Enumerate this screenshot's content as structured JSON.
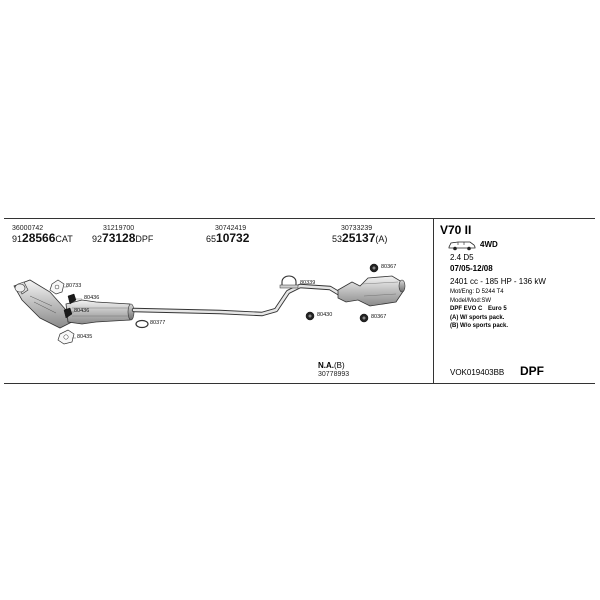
{
  "columns": [
    {
      "ref": "36000742",
      "prefix": "91",
      "code": "28566",
      "suffix": "CAT"
    },
    {
      "ref": "31219700",
      "prefix": "92",
      "code": "73128",
      "suffix": "DPF"
    },
    {
      "ref": "30742419",
      "prefix": "65",
      "code": "10732",
      "suffix": ""
    },
    {
      "ref": "30733239",
      "prefix": "53",
      "code": "25137",
      "suffix": "(A)"
    }
  ],
  "part_labels": {
    "p80733": "80733",
    "p80436_a": "80436",
    "p80436_b": "80436",
    "p80435": "80435",
    "p80377": "80377",
    "p80339": "80339",
    "p80430": "80430",
    "p80367_a": "80367",
    "p80367_b": "80367"
  },
  "na": {
    "label": "N.A.",
    "note": "(B)",
    "ref": "30778993"
  },
  "vehicle": {
    "model": "V70 II",
    "drive": "4WD",
    "engine": "2.4 D5",
    "dates": "07/05-12/08",
    "power": "2401 cc - 185 HP - 136 kW",
    "mot_eng": "Mot/Eng: D 5244 T4",
    "model_mod": "Model/Mod:SW",
    "dpf_evo": "DPF EVO C",
    "euro": "Euro 5",
    "note_a": "(A) W/ sports pack.",
    "note_b": "(B) W/o sports pack.",
    "code": "VOK019403BB",
    "tag": "DPF"
  }
}
